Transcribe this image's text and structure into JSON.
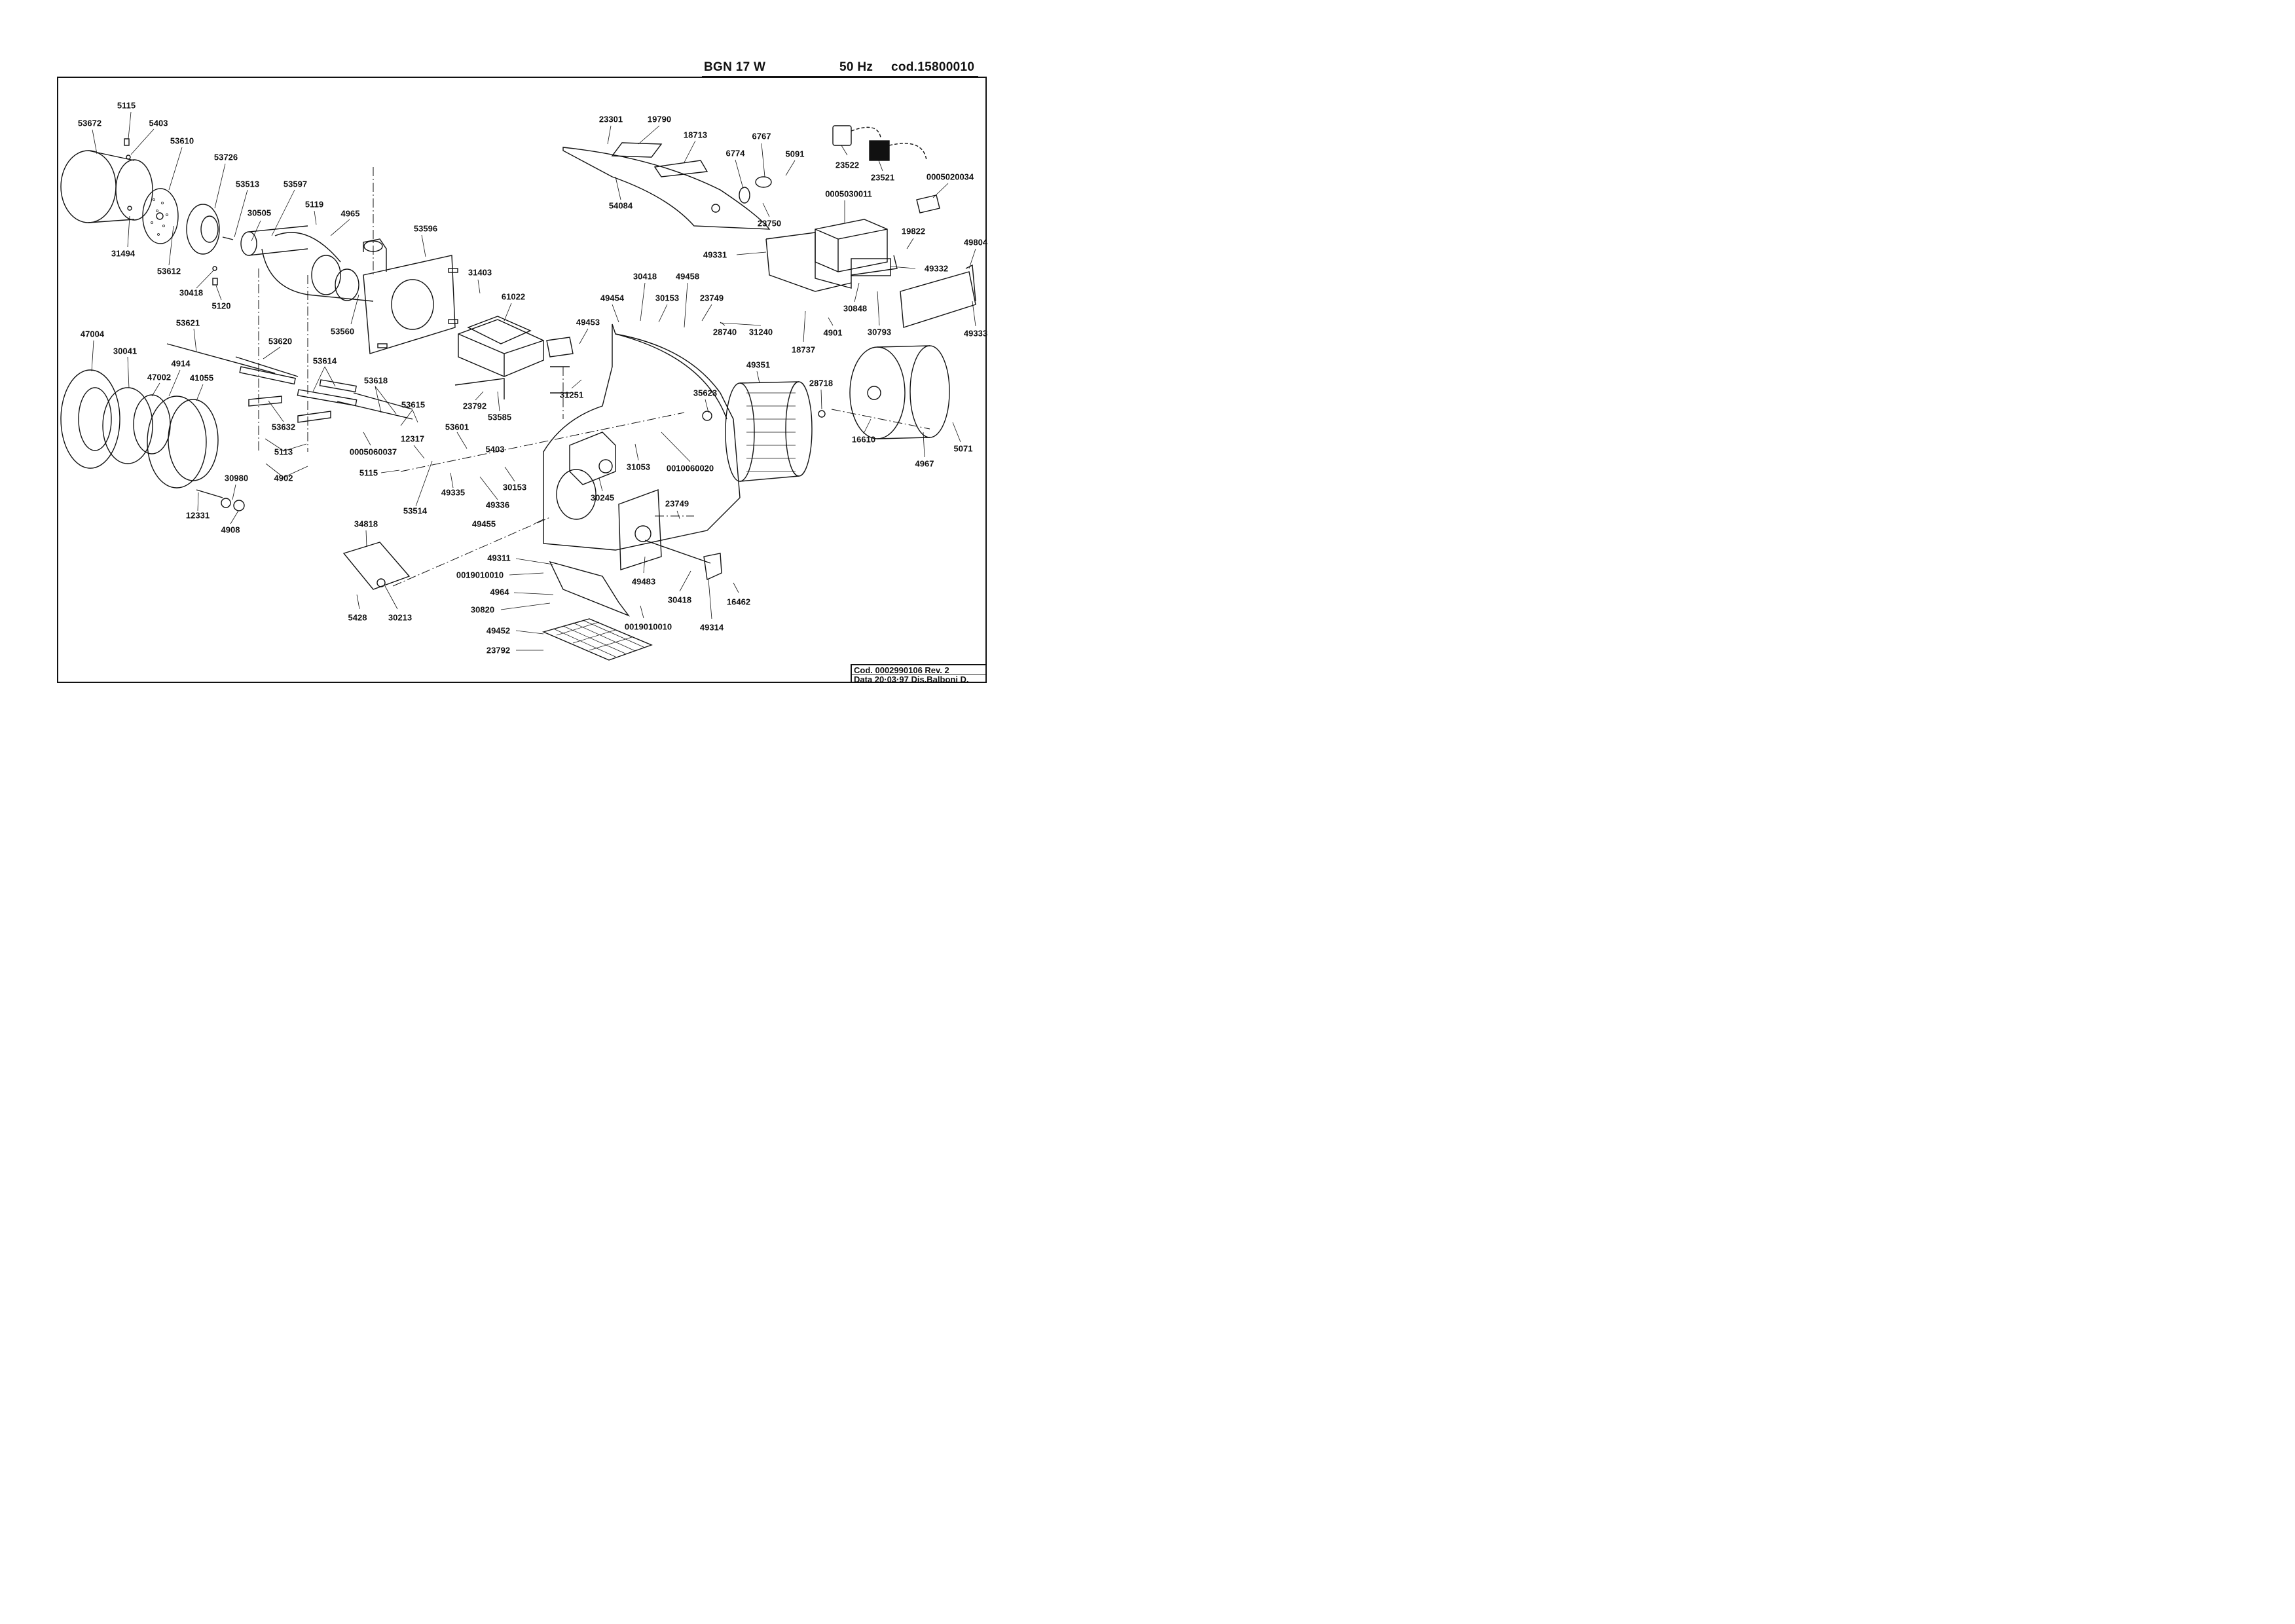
{
  "header": {
    "model": "BGN 17 W",
    "frequency": "50 Hz",
    "code": "cod.15800010"
  },
  "title_block": {
    "line1": "Cod. 0002990106   Rev. 2",
    "line2": "Data 20·03·97 Dis.Balboni D."
  },
  "parts": [
    "5115",
    "53672",
    "5403",
    "53610",
    "53726",
    "53513",
    "53597",
    "31494",
    "53612",
    "30418",
    "5120",
    "30505",
    "5119",
    "4965",
    "53596",
    "31403",
    "53560",
    "61022",
    "47004",
    "30041",
    "4914",
    "47002",
    "41055",
    "53621",
    "53620",
    "53614",
    "53618",
    "53615",
    "53632",
    "5113",
    "4902",
    "0005060037",
    "12317",
    "53601",
    "5403",
    "5115",
    "49335",
    "49336",
    "30153",
    "53514",
    "30980",
    "12331",
    "4908",
    "23792",
    "53585",
    "23301",
    "19790",
    "18713",
    "54084",
    "6774",
    "6767",
    "5091",
    "23750",
    "23522",
    "23521",
    "0005020034",
    "0005030011",
    "49331",
    "19822",
    "49804",
    "49332",
    "49333",
    "30848",
    "30793",
    "18737",
    "4901",
    "31240",
    "30418",
    "30153",
    "49458",
    "23749",
    "28740",
    "49454",
    "49453",
    "31251",
    "35623",
    "49351",
    "28718",
    "16610",
    "4967",
    "5071",
    "31053",
    "0010060020",
    "30245",
    "23749",
    "49455",
    "34818",
    "5428",
    "30213",
    "49311",
    "0019010010",
    "4964",
    "30820",
    "49452",
    "23792",
    "0019010010",
    "49483",
    "30418",
    "16462",
    "49314"
  ]
}
